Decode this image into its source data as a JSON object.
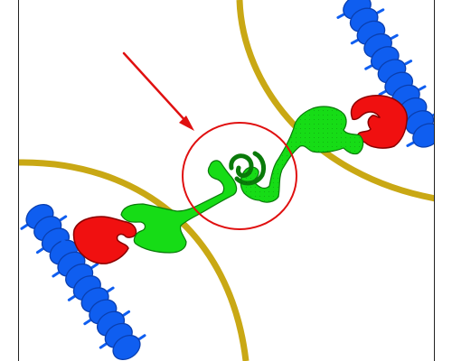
{
  "diagram": {
    "colors": {
      "background": "#ffffff",
      "frame": "#222222",
      "membrane": "#c9a814",
      "membrane_dark": "#9c8008",
      "helix": "#0f5ef0",
      "helix_dark": "#0a3fb0",
      "receptor": "#f01010",
      "receptor_dark": "#8a0000",
      "ligand": "#16dc16",
      "ligand_dark": "#0a7a0a",
      "highlight": "#e01010"
    },
    "components": [
      {
        "id": "cell-upper-right",
        "kind": "cell-membrane"
      },
      {
        "id": "cell-lower-left",
        "kind": "cell-membrane"
      },
      {
        "id": "helix-upper-right",
        "kind": "alpha-helix-chain",
        "icon": "blue-beaded-chain"
      },
      {
        "id": "helix-lower-left",
        "kind": "alpha-helix-chain",
        "icon": "blue-beaded-chain"
      },
      {
        "id": "receptor-upper-right",
        "kind": "receptor",
        "icon": "red-clamp"
      },
      {
        "id": "receptor-lower-left",
        "kind": "receptor",
        "icon": "red-clamp"
      },
      {
        "id": "adhesion-protein",
        "kind": "linker-dimer",
        "icon": "green-interlocking-hooks"
      },
      {
        "id": "interface-highlight",
        "kind": "annotation",
        "icon": "red-circle"
      },
      {
        "id": "pointer",
        "kind": "annotation",
        "icon": "red-arrow"
      }
    ]
  }
}
